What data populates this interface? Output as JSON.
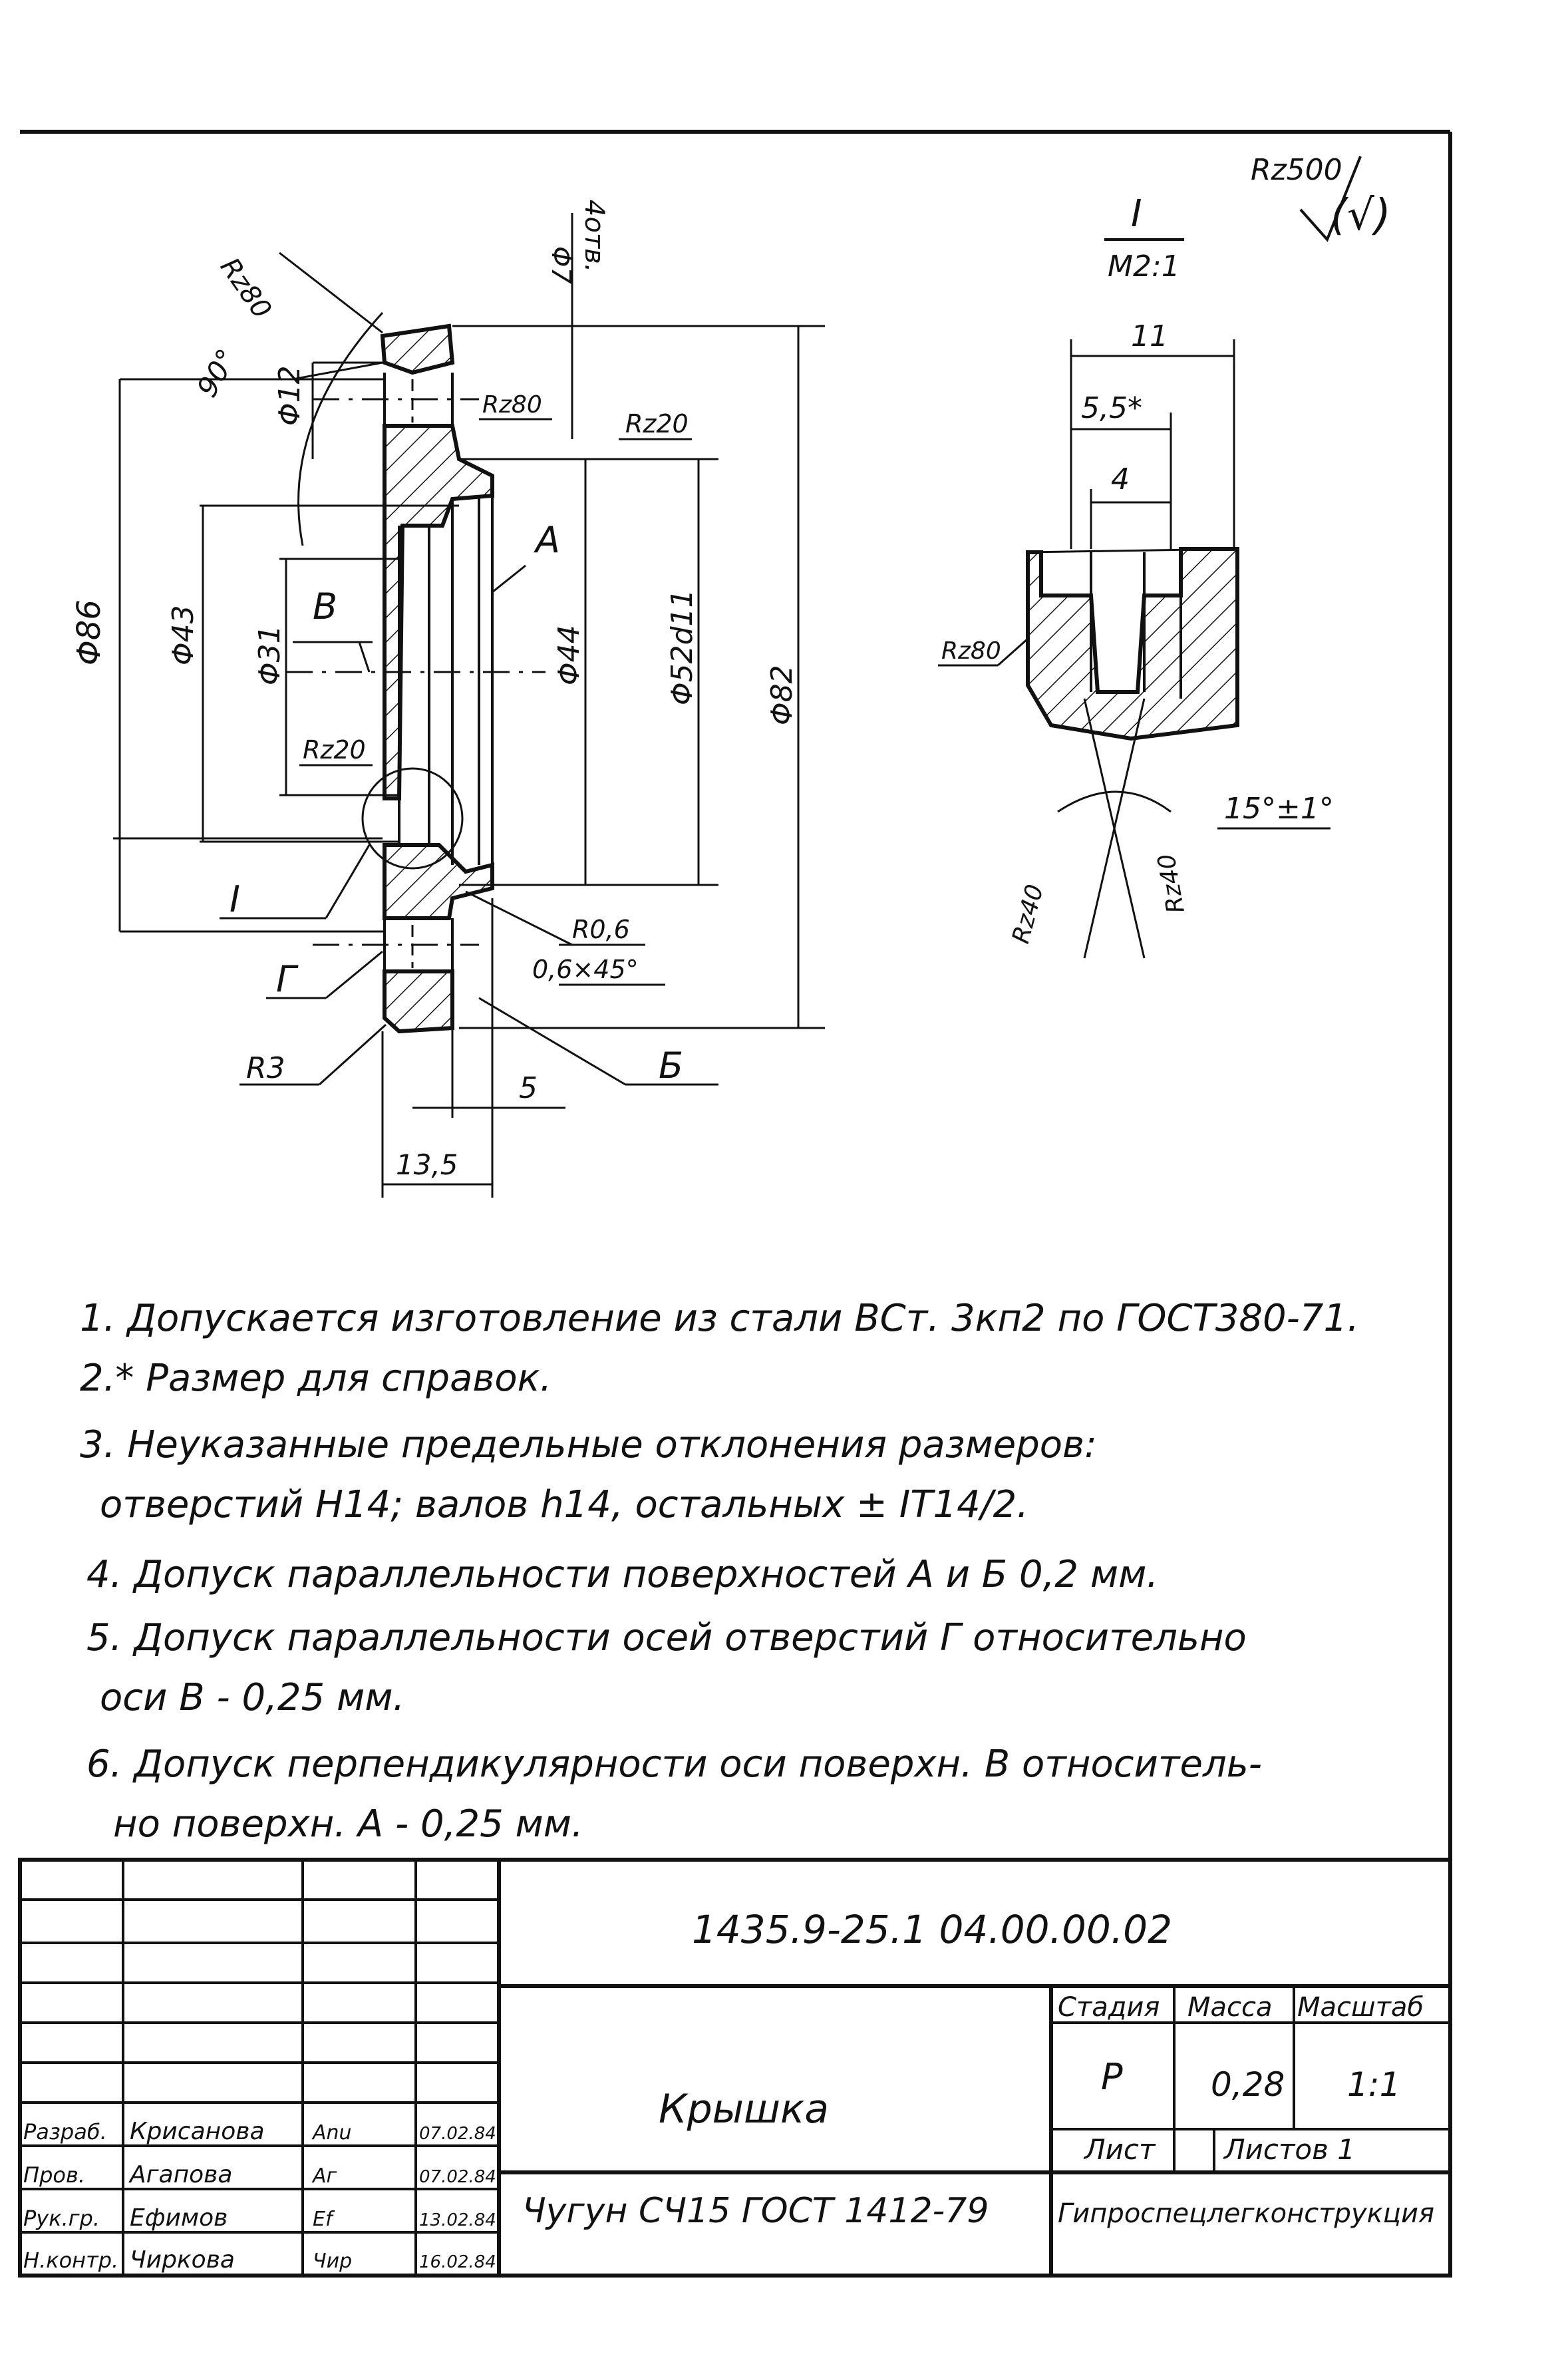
{
  "drawing": {
    "roughness_general": "Rz500",
    "roughness_general_paren": "(√)",
    "view_detail": {
      "label": "I",
      "scale": "M2:1",
      "dim_total": "11",
      "dim_ref": "5,5*",
      "dim_slot": "4",
      "rough_left": "Rz80",
      "rough_bottom_left": "Rz40",
      "rough_bottom_right": "Rz40",
      "angle": "15°±1°"
    },
    "main_view": {
      "rough_top_arc": "Rz80",
      "angle_90": "90°",
      "dia_12": "Φ12",
      "rough_hole": "Rz80",
      "holes_note_a": "Φ7",
      "holes_note_b": "4отв.",
      "rough_right": "Rz20",
      "label_a": "A",
      "label_b": "B",
      "dia_86": "Φ86",
      "dia_43": "Φ43",
      "dia_31": "Φ31",
      "dia_44": "Φ44",
      "dia_52": "Φ52d11",
      "dia_82": "Φ82",
      "rough_inner": "Rz20",
      "detail_mark": "I",
      "r06": "R0,6",
      "chamfer": "0,6×45°",
      "label_g": "Г",
      "r3": "R3",
      "label_b2": "Б",
      "dim_5": "5",
      "dim_135": "13,5"
    }
  },
  "notes": [
    "1. Допускается изготовление из стали ВСт. 3кп2 по ГОСТ380-71.",
    "2.* Размер для справок.",
    "3. Неуказанные предельные отклонения размеров:",
    "отверстий Н14; валов h14, остальных ± IT14/2.",
    "4. Допуск параллельности поверхностей А и Б 0,2 мм.",
    "5. Допуск параллельности осей отверстий Г относительно",
    "оси В - 0,25 мм.",
    "6. Допуск перпендикулярности оси поверхн. В относитель-",
    "но поверхн. А - 0,25 мм."
  ],
  "title_block": {
    "doc_number": "1435.9-25.1 04.00.00.02",
    "part_name": "Крышка",
    "material": "Чугун СЧ15 ГОСТ 1412-79",
    "organization": "Гипроспецлегконструкция",
    "headers": {
      "stage": "Стадия",
      "mass": "Масса",
      "scale": "Масштаб"
    },
    "values": {
      "stage": "Р",
      "mass": "0,28",
      "scale": "1:1"
    },
    "sheet_label": "Лист",
    "sheets_label": "Листов 1",
    "signatures": [
      {
        "role": "Разраб.",
        "name": "Крисанова",
        "sign": "Anu",
        "date": "07.02.84"
      },
      {
        "role": "Пров.",
        "name": "Агапова",
        "sign": "Аг",
        "date": "07.02.84"
      },
      {
        "role": "Рук.гр.",
        "name": "Ефимов",
        "sign": "Ef",
        "date": "13.02.84"
      },
      {
        "role": "Н.контр.",
        "name": "Чиркова",
        "sign": "Чир",
        "date": "16.02.84"
      }
    ]
  }
}
